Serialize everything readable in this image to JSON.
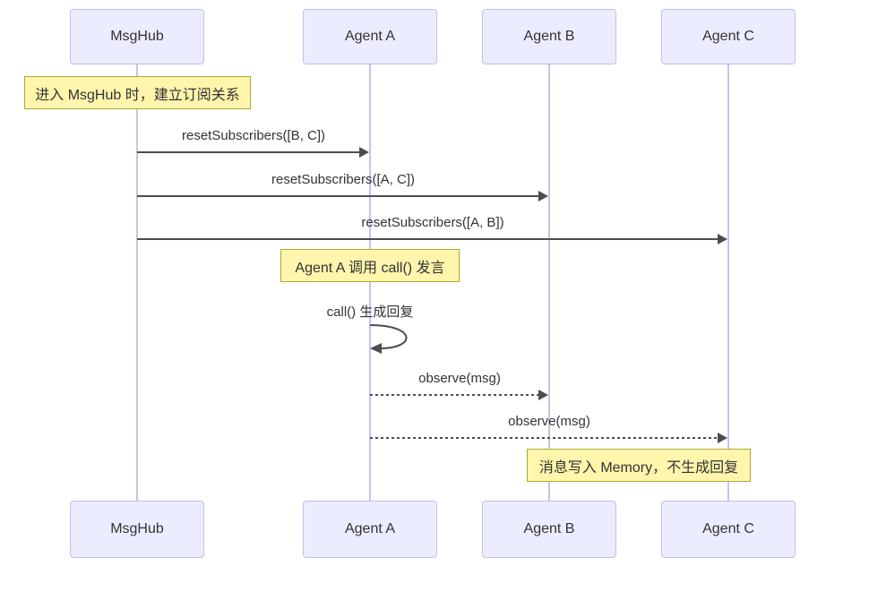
{
  "diagram": {
    "type": "sequence",
    "background": "#ffffff",
    "colors": {
      "actor_fill": "#ececff",
      "actor_border": "#c3bfe8",
      "lifeline": "#c9c2e8",
      "note_fill": "#fff5ad",
      "note_border": "#aaaa33",
      "message_line": "#4d4d4d",
      "text": "#333333"
    },
    "actors": [
      {
        "id": "msghub",
        "label": "MsgHub"
      },
      {
        "id": "agent-a",
        "label": "Agent A"
      },
      {
        "id": "agent-b",
        "label": "Agent B"
      },
      {
        "id": "agent-c",
        "label": "Agent C"
      }
    ],
    "notes": [
      {
        "text": "进入 MsgHub 时，建立订阅关系",
        "over": "MsgHub"
      },
      {
        "text": "Agent A 调用 call() 发言",
        "over": "Agent A"
      },
      {
        "text": "消息写入 Memory，不生成回复",
        "over": "Agent B, Agent C"
      }
    ],
    "messages": [
      {
        "from": "MsgHub",
        "to": "Agent A",
        "label": "resetSubscribers([B, C])",
        "style": "solid"
      },
      {
        "from": "MsgHub",
        "to": "Agent B",
        "label": "resetSubscribers([A, C])",
        "style": "solid"
      },
      {
        "from": "MsgHub",
        "to": "Agent C",
        "label": "resetSubscribers([A, B])",
        "style": "solid"
      },
      {
        "from": "Agent A",
        "to": "Agent A",
        "label": "call() 生成回复",
        "style": "self"
      },
      {
        "from": "Agent A",
        "to": "Agent B",
        "label": "observe(msg)",
        "style": "dotted"
      },
      {
        "from": "Agent A",
        "to": "Agent C",
        "label": "observe(msg)",
        "style": "dotted"
      }
    ]
  }
}
